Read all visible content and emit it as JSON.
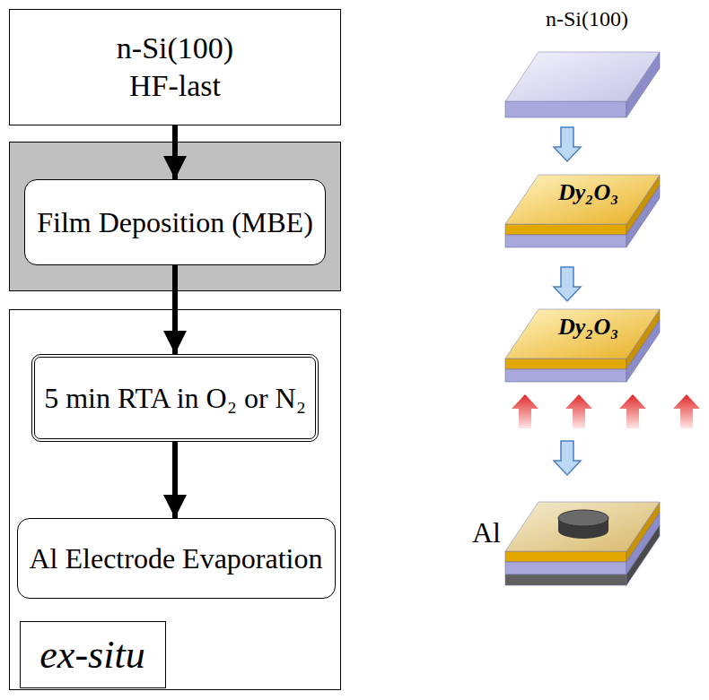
{
  "diagram": {
    "nodes": [
      {
        "text": [
          "n-Si(100)",
          "HF-last"
        ]
      },
      {
        "text": [
          "Film Deposition (MBE)"
        ]
      },
      {
        "text": [
          "5 min RTA in O₂ or N₂"
        ]
      },
      {
        "text": [
          "Al Electrode Evaporation"
        ]
      },
      {
        "text": [
          "ex-situ"
        ]
      }
    ],
    "edges": [
      {
        "from": 0,
        "to": 1,
        "arrow": "to"
      },
      {
        "from": 1,
        "to": 2,
        "arrow": "to"
      },
      {
        "from": 2,
        "to": 3,
        "arrow": "to"
      }
    ],
    "labels": [
      "n-Si(100)",
      "Dy₂O₃",
      "Dy₂O₃",
      "Al"
    ]
  }
}
